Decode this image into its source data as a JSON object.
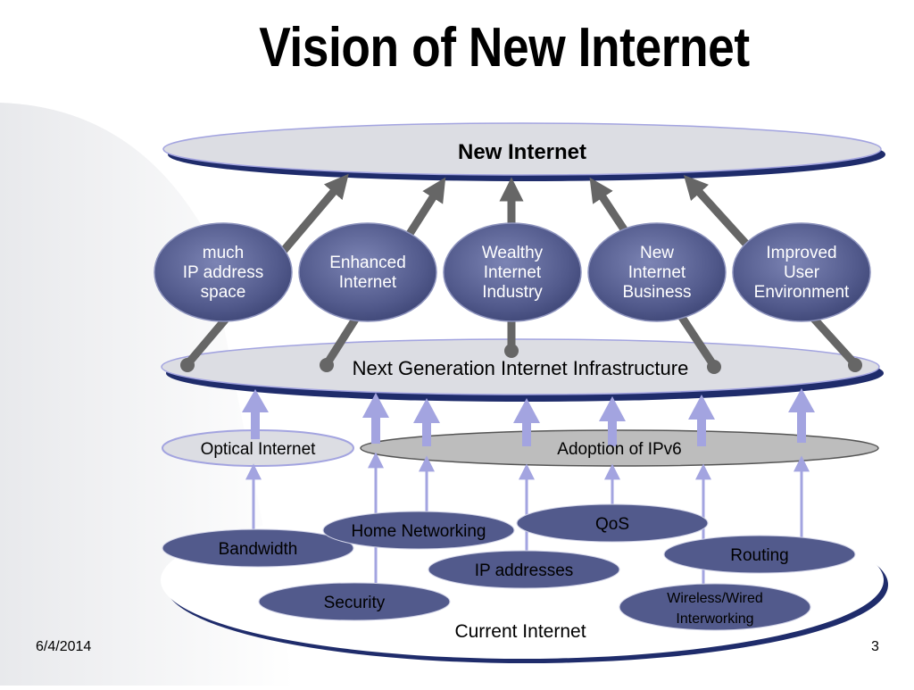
{
  "slide": {
    "title": "Vision of New Internet",
    "date": "6/4/2014",
    "page_number": "3"
  },
  "diagram": {
    "top_layer": "New Internet",
    "benefits": [
      [
        "much",
        "IP address",
        "space"
      ],
      [
        "Enhanced",
        "Internet"
      ],
      [
        "Wealthy",
        "Internet",
        "Industry"
      ],
      [
        "New",
        "Internet",
        "Business"
      ],
      [
        "Improved",
        "User",
        "Environment"
      ]
    ],
    "infrastructure": "Next Generation Internet Infrastructure",
    "technologies": {
      "optical": "Optical Internet",
      "ipv6": "Adoption of IPv6"
    },
    "base_layer": "Current Internet",
    "issues": {
      "bandwidth": "Bandwidth",
      "home_networking": "Home Networking",
      "qos": "QoS",
      "routing": "Routing",
      "ip_addresses": "IP addresses",
      "security": "Security",
      "wireless_wired": [
        "Wireless/Wired",
        "Interworking"
      ]
    }
  },
  "colors": {
    "navy_oval": "#525a8c",
    "navy_dark": "#1f2c6b",
    "light_gray": "#dcdde3",
    "lavender_arrow": "#a3a4e0",
    "gray_arrow": "#6b6b6b"
  }
}
